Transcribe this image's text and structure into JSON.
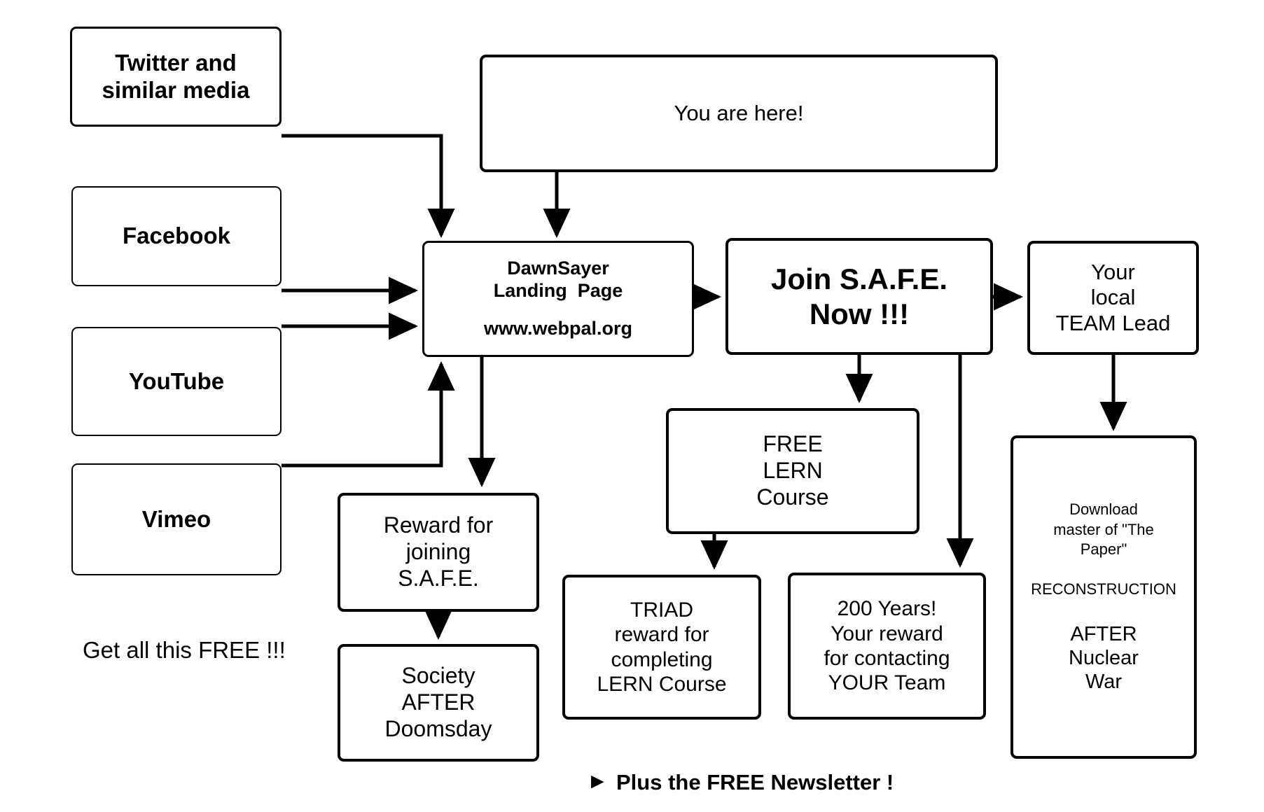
{
  "diagram": {
    "title": "DawnSayer / S.A.F.E. funnel flowchart",
    "stroke_color": "#000000",
    "background_color": "#ffffff"
  },
  "sources": {
    "twitter": {
      "line1": "Twitter and",
      "line2": "similar media"
    },
    "facebook": {
      "line1": "Facebook"
    },
    "youtube": {
      "line1": "YouTube"
    },
    "vimeo": {
      "line1": "Vimeo"
    }
  },
  "callout": {
    "you_are_here": "You are here!"
  },
  "landing": {
    "line1": "DawnSayer",
    "line2": "Landing  Page",
    "url": "www.webpal.org"
  },
  "join": {
    "line1": "Join S.A.F.E.",
    "line2": "Now !!!"
  },
  "team_lead": {
    "line1": "Your",
    "line2": "local",
    "line3": "TEAM Lead"
  },
  "free_lern": {
    "line1": "FREE",
    "line2": "LERN",
    "line3": "Course"
  },
  "reward_join": {
    "line1": "Reward for",
    "line2": "joining",
    "line3": "S.A.F.E."
  },
  "society": {
    "line1": "Society",
    "line2": "AFTER",
    "line3": "Doomsday"
  },
  "triad": {
    "line1": "TRIAD",
    "line2": "reward for",
    "line3": "completing",
    "line4": "LERN Course"
  },
  "two_hundred_years": {
    "line1": "200 Years!",
    "line2": "Your reward",
    "line3": "for contacting",
    "line4": "YOUR Team"
  },
  "paper": {
    "line1": "Download",
    "line2": "master of \"The",
    "line3": "Paper\"",
    "line4": "RECONSTRUCTION",
    "line5": "AFTER",
    "line6": "Nuclear",
    "line7": "War"
  },
  "notes": {
    "get_all_free": "Get all this FREE !!!",
    "newsletter": "Plus the FREE Newsletter !",
    "newsletter_bullet": "►"
  }
}
